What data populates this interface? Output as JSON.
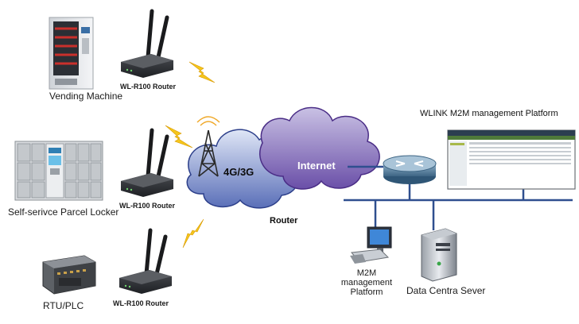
{
  "devices": {
    "vending_machine": "Vending Machine",
    "parcel_locker": "Self-serivce Parcel Locker",
    "rtu_plc": "RTU/PLC"
  },
  "routers": {
    "r1": "WL-R100 Router",
    "r2": "WL-R100 Router",
    "r3": "WL-R100 Router"
  },
  "network": {
    "cellular": "4G/3G",
    "internet": "Internet",
    "router_caption": "Router"
  },
  "platform": {
    "title": "WLINK M2M management Platform"
  },
  "endpoints": {
    "m2m_line1": "M2M",
    "m2m_line2": "management",
    "m2m_line3": "Platform",
    "server": "Data Centra Sever"
  }
}
